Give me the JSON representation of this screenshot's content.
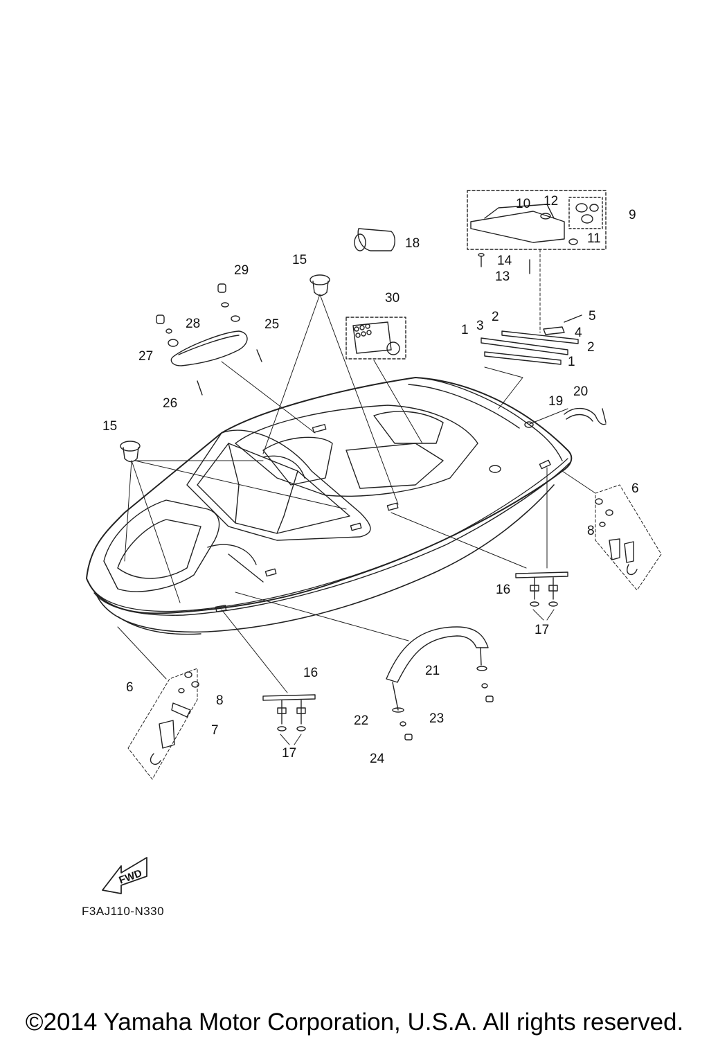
{
  "diagram": {
    "callouts": [
      {
        "id": "c1",
        "text": "1"
      },
      {
        "id": "c2a",
        "text": "2"
      },
      {
        "id": "c2b",
        "text": "2"
      },
      {
        "id": "c3",
        "text": "3"
      },
      {
        "id": "c1b",
        "text": "1"
      },
      {
        "id": "c4",
        "text": "4"
      },
      {
        "id": "c5",
        "text": "5"
      },
      {
        "id": "c6a",
        "text": "6"
      },
      {
        "id": "c6b",
        "text": "6"
      },
      {
        "id": "c7",
        "text": "7"
      },
      {
        "id": "c8a",
        "text": "8"
      },
      {
        "id": "c8b",
        "text": "8"
      },
      {
        "id": "c9",
        "text": "9"
      },
      {
        "id": "c10",
        "text": "10"
      },
      {
        "id": "c11",
        "text": "11"
      },
      {
        "id": "c12",
        "text": "12"
      },
      {
        "id": "c13",
        "text": "13"
      },
      {
        "id": "c14",
        "text": "14"
      },
      {
        "id": "c15a",
        "text": "15"
      },
      {
        "id": "c15b",
        "text": "15"
      },
      {
        "id": "c16a",
        "text": "16"
      },
      {
        "id": "c16b",
        "text": "16"
      },
      {
        "id": "c17a",
        "text": "17"
      },
      {
        "id": "c17b",
        "text": "17"
      },
      {
        "id": "c18",
        "text": "18"
      },
      {
        "id": "c19",
        "text": "19"
      },
      {
        "id": "c20",
        "text": "20"
      },
      {
        "id": "c21",
        "text": "21"
      },
      {
        "id": "c22",
        "text": "22"
      },
      {
        "id": "c23",
        "text": "23"
      },
      {
        "id": "c24",
        "text": "24"
      },
      {
        "id": "c25",
        "text": "25"
      },
      {
        "id": "c26",
        "text": "26"
      },
      {
        "id": "c27",
        "text": "27"
      },
      {
        "id": "c28",
        "text": "28"
      },
      {
        "id": "c29",
        "text": "29"
      },
      {
        "id": "c30",
        "text": "30"
      }
    ],
    "fwd_label": "FWD",
    "drawing_code": "F3AJ110-N330"
  },
  "footer": {
    "copyright": "©2014 Yamaha Motor Corporation, U.S.A. All rights reserved."
  }
}
